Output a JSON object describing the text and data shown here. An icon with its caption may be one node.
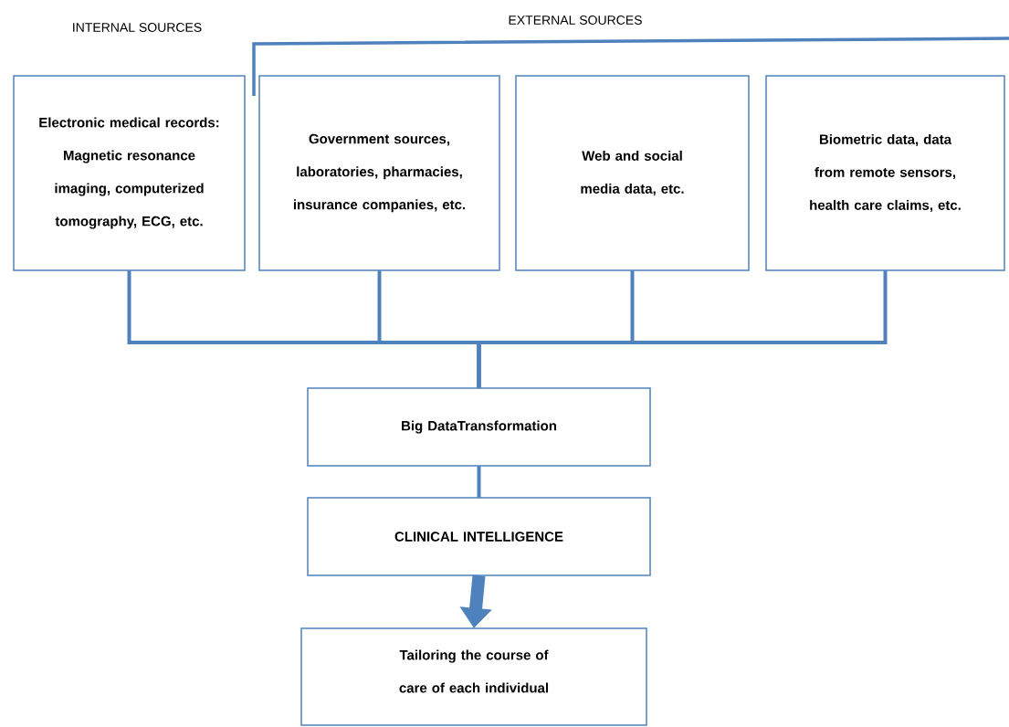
{
  "diagram": {
    "nodes": [
      {
        "text": [
          "Electronic medical records: Magnetic resonance imaging, computerized tomography, ECG, etc."
        ]
      },
      {
        "text": [
          "Government sources, laboratories, pharmacies, insurance companies, etc."
        ]
      },
      {
        "text": [
          "Web and social media data, etc."
        ]
      },
      {
        "text": [
          "Biometric data, data from remote sensors, health care claims, etc."
        ]
      },
      {
        "text": [
          "Big DataTransformation"
        ]
      },
      {
        "text": [
          "CLINICAL  INTELLIGENCE"
        ]
      },
      {
        "text": [
          "Tailoring the course of care of each individual"
        ]
      }
    ],
    "edges": [
      {
        "from": 0,
        "to": 4,
        "arrow": "none"
      },
      {
        "from": 1,
        "to": 4,
        "arrow": "none"
      },
      {
        "from": 2,
        "to": 4,
        "arrow": "none"
      },
      {
        "from": 3,
        "to": 4,
        "arrow": "none"
      },
      {
        "from": 4,
        "to": 5,
        "arrow": "none"
      },
      {
        "from": 5,
        "to": 6,
        "arrow": "to",
        "style": "thick"
      }
    ],
    "labels": [
      "INTERNAL SOURCES",
      "EXTERNAL SOURCES"
    ]
  }
}
